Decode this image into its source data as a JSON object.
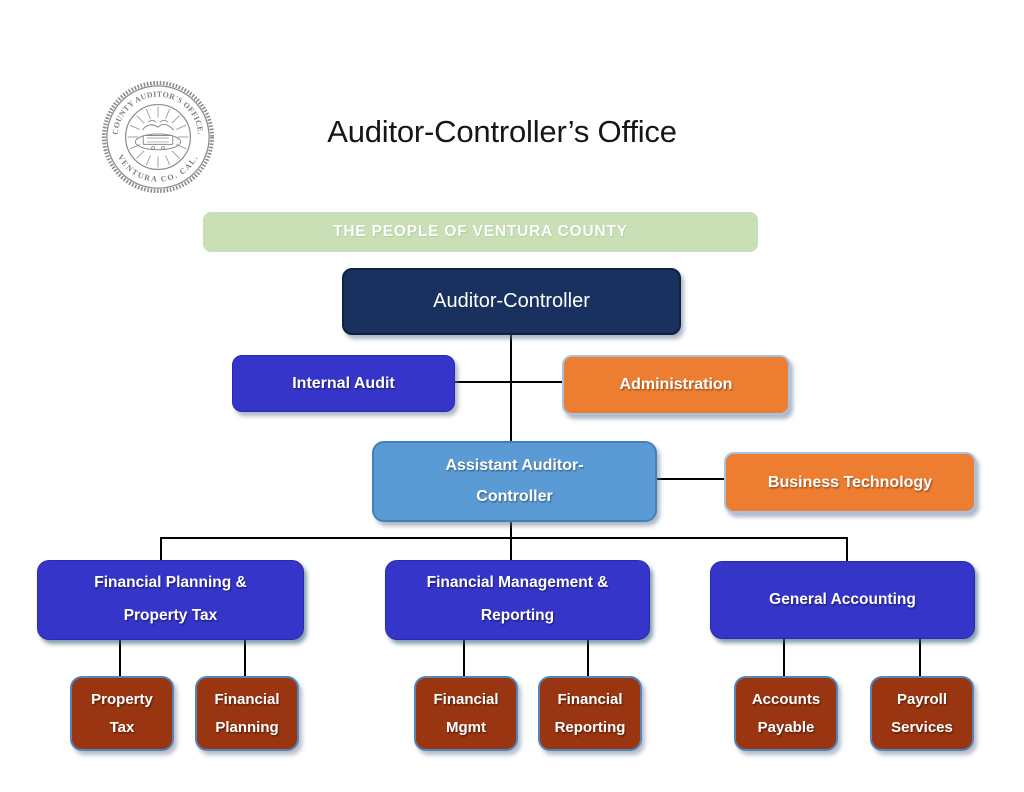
{
  "header": {
    "title": "Auditor-Controller’s Office",
    "seal": {
      "top_text": "COUNTY AUDITOR'S OFFICE.",
      "bottom_text": "VENTURA CO. CAL."
    }
  },
  "palette": {
    "people_green": "#c9dfb6",
    "navy": "#18315e",
    "royal_blue": "#3535ca",
    "orange": "#ed7d31",
    "light_blue": "#5b9bd5",
    "brown": "#993510",
    "sub_box_border_blue": "#5584ba",
    "connector_black": "#000000",
    "text_white": "#ffffff"
  },
  "org": {
    "people": {
      "label": "THE PEOPLE OF VENTURA COUNTY",
      "color": "#c9dfb6"
    },
    "auditor_controller": {
      "label": "Auditor-Controller",
      "color": "#18315e"
    },
    "internal_audit": {
      "label": "Internal Audit",
      "color": "#3535ca"
    },
    "administration": {
      "label": "Administration",
      "color": "#ed7d31"
    },
    "assistant_auditor_controller": {
      "label": "Assistant Auditor-Controller",
      "color": "#5b9bd5"
    },
    "business_technology": {
      "label": "Business Technology",
      "color": "#ed7d31"
    },
    "financial_planning_property_tax": {
      "label": "Financial Planning & Property Tax",
      "color": "#3535ca"
    },
    "financial_management_reporting": {
      "label": "Financial Management & Reporting",
      "color": "#3535ca"
    },
    "general_accounting": {
      "label": "General Accounting",
      "color": "#3535ca"
    },
    "property_tax": {
      "label": "Property Tax",
      "color": "#993510"
    },
    "financial_planning": {
      "label": "Financial Planning",
      "color": "#993510"
    },
    "financial_mgmt": {
      "label": "Financial Mgmt",
      "color": "#993510"
    },
    "financial_reporting": {
      "label": "Financial Reporting",
      "color": "#993510"
    },
    "accounts_payable": {
      "label": "Accounts Payable",
      "color": "#993510"
    },
    "payroll_services": {
      "label": "Payroll Services",
      "color": "#993510"
    }
  },
  "hierarchy": {
    "edges": [
      {
        "from": "auditor_controller",
        "to": "internal_audit"
      },
      {
        "from": "auditor_controller",
        "to": "administration"
      },
      {
        "from": "auditor_controller",
        "to": "assistant_auditor_controller"
      },
      {
        "from": "assistant_auditor_controller",
        "to": "business_technology"
      },
      {
        "from": "assistant_auditor_controller",
        "to": "financial_planning_property_tax"
      },
      {
        "from": "assistant_auditor_controller",
        "to": "financial_management_reporting"
      },
      {
        "from": "assistant_auditor_controller",
        "to": "general_accounting"
      },
      {
        "from": "financial_planning_property_tax",
        "to": "property_tax"
      },
      {
        "from": "financial_planning_property_tax",
        "to": "financial_planning"
      },
      {
        "from": "financial_management_reporting",
        "to": "financial_mgmt"
      },
      {
        "from": "financial_management_reporting",
        "to": "financial_reporting"
      },
      {
        "from": "general_accounting",
        "to": "accounts_payable"
      },
      {
        "from": "general_accounting",
        "to": "payroll_services"
      }
    ]
  }
}
